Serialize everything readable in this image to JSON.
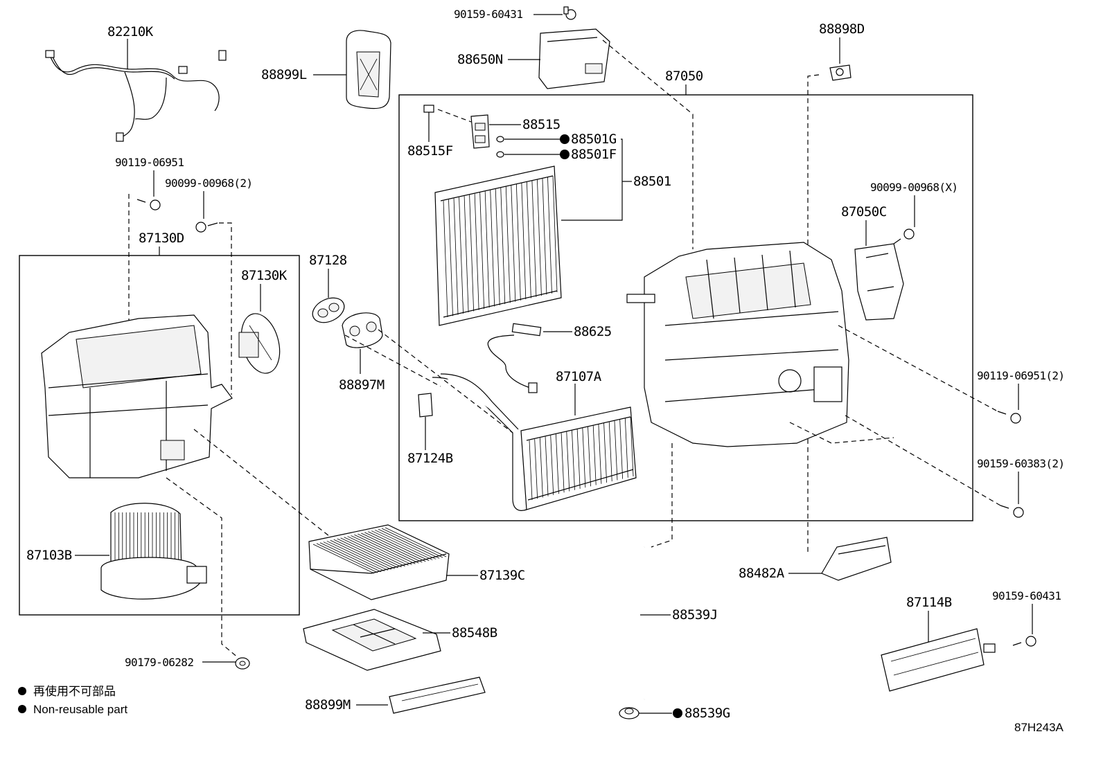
{
  "labels": {
    "p82210K": "82210K",
    "p88899L": "88899L",
    "p90159_60431_top": "90159-60431",
    "p88650N": "88650N",
    "p88898D": "88898D",
    "p87050": "87050",
    "p88515": "88515",
    "p88515F": "88515F",
    "p88501G": "88501G",
    "p88501F": "88501F",
    "p88501": "88501",
    "p90119_06951": "90119-06951",
    "p90099_00968_2": "90099-00968(2)",
    "p90099_00968_X": "90099-00968(X)",
    "p87050C": "87050C",
    "p87130D": "87130D",
    "p87128": "87128",
    "p87130K": "87130K",
    "p88625": "88625",
    "p88897M": "88897M",
    "p87107A": "87107A",
    "p90119_06951_2": "90119-06951(2)",
    "p87124B": "87124B",
    "p90159_60383_2": "90159-60383(2)",
    "p87103B": "87103B",
    "p87139C": "87139C",
    "p88482A": "88482A",
    "p87114B": "87114B",
    "p90159_60431_bot": "90159-60431",
    "p88539J": "88539J",
    "p88548B": "88548B",
    "p90179_06282": "90179-06282",
    "p88899M": "88899M",
    "p88539G": "88539G"
  },
  "legend": {
    "line1": "再使用不可部品",
    "line2": "Non-reusable part"
  },
  "diagram_code": "87H243A"
}
